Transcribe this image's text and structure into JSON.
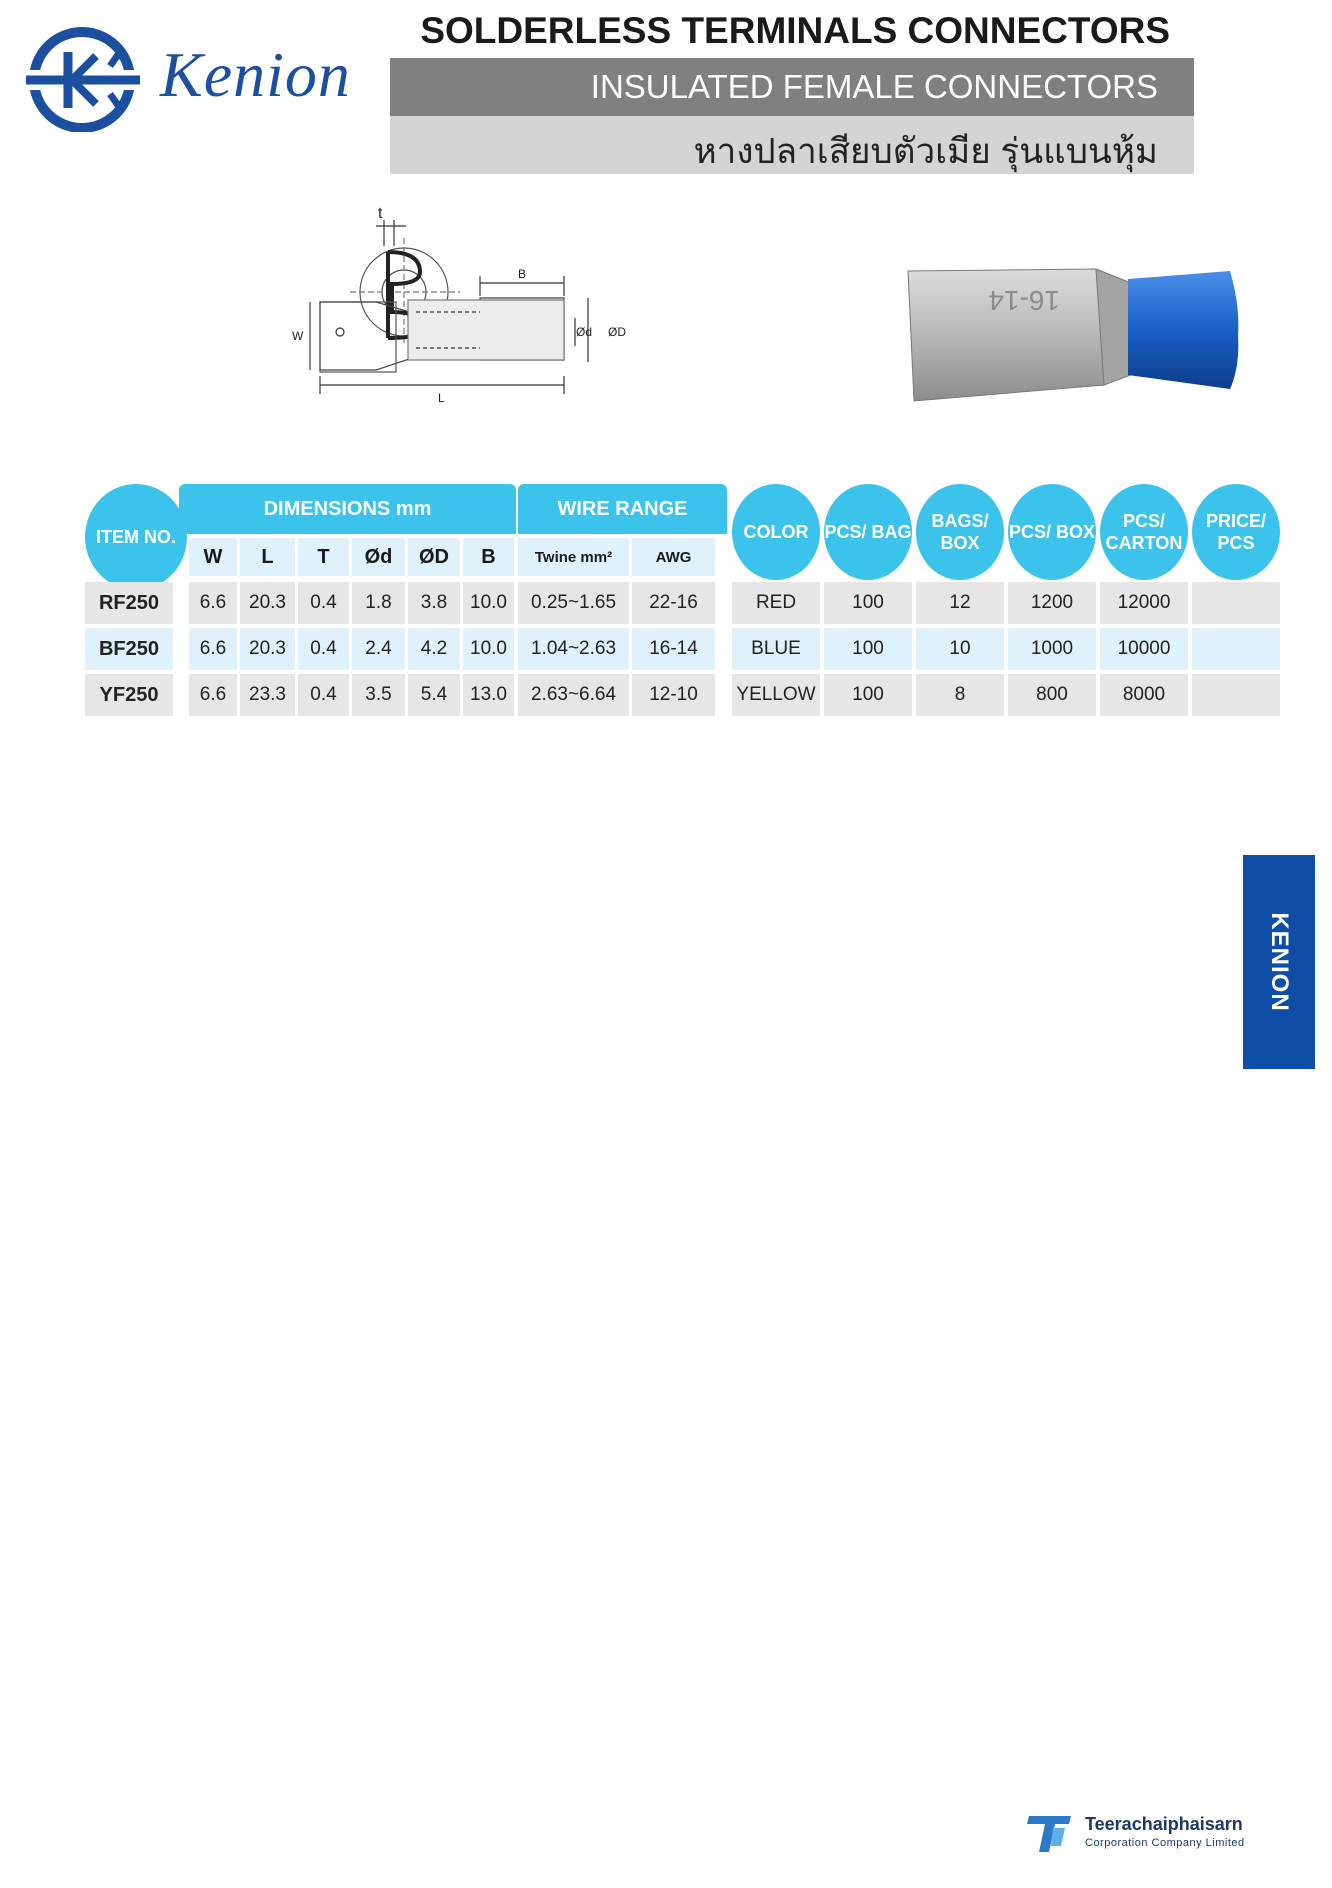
{
  "brand": {
    "logo_text": "Kenion",
    "side_tab": "KENION"
  },
  "header": {
    "title": "SOLDERLESS TERMINALS CONNECTORS",
    "subtitle": "INSULATED FEMALE CONNECTORS",
    "thai_subtitle": "หางปลาเสียบตัวเมีย รุ่นแบนหุ้ม"
  },
  "drawing": {
    "label_t": "t",
    "label_b": "B",
    "label_w": "W",
    "label_l": "L",
    "label_d": "Ød",
    "label_D": "ØD"
  },
  "photo": {
    "marking": "16-14"
  },
  "table": {
    "item_header": "ITEM NO.",
    "dimensions_header": "DIMENSIONS mm",
    "wire_range_header": "WIRE RANGE",
    "dim_columns": [
      "W",
      "L",
      "T",
      "Ød",
      "ØD",
      "B"
    ],
    "wire_columns": [
      "Twine mm²",
      "AWG"
    ],
    "right_headers": [
      "COLOR",
      "PCS/ BAG",
      "BAGS/ BOX",
      "PCS/ BOX",
      "PCS/ CARTON",
      "PRICE/ PCS"
    ],
    "rows": [
      {
        "item": "RF250",
        "w": "6.6",
        "l": "20.3",
        "t": "0.4",
        "d": "1.8",
        "D": "3.8",
        "b": "10.0",
        "twine": "0.25~1.65",
        "awg": "22-16",
        "color": "RED",
        "pcs_bag": "100",
        "bags_box": "12",
        "pcs_box": "1200",
        "pcs_carton": "12000",
        "price": ""
      },
      {
        "item": "BF250",
        "w": "6.6",
        "l": "20.3",
        "t": "0.4",
        "d": "2.4",
        "D": "4.2",
        "b": "10.0",
        "twine": "1.04~2.63",
        "awg": "16-14",
        "color": "BLUE",
        "pcs_bag": "100",
        "bags_box": "10",
        "pcs_box": "1000",
        "pcs_carton": "10000",
        "price": ""
      },
      {
        "item": "YF250",
        "w": "6.6",
        "l": "23.3",
        "t": "0.4",
        "d": "3.5",
        "D": "5.4",
        "b": "13.0",
        "twine": "2.63~6.64",
        "awg": "12-10",
        "color": "YELLOW",
        "pcs_bag": "100",
        "bags_box": "8",
        "pcs_box": "800",
        "pcs_carton": "8000",
        "price": ""
      }
    ]
  },
  "footer": {
    "company": "Teerachaiphaisarn",
    "company_sub": "Corporation Company Limited"
  },
  "colors": {
    "accent": "#3cc3ec",
    "brand_blue": "#1d4fa0",
    "side_tab": "#0e4ea6"
  }
}
